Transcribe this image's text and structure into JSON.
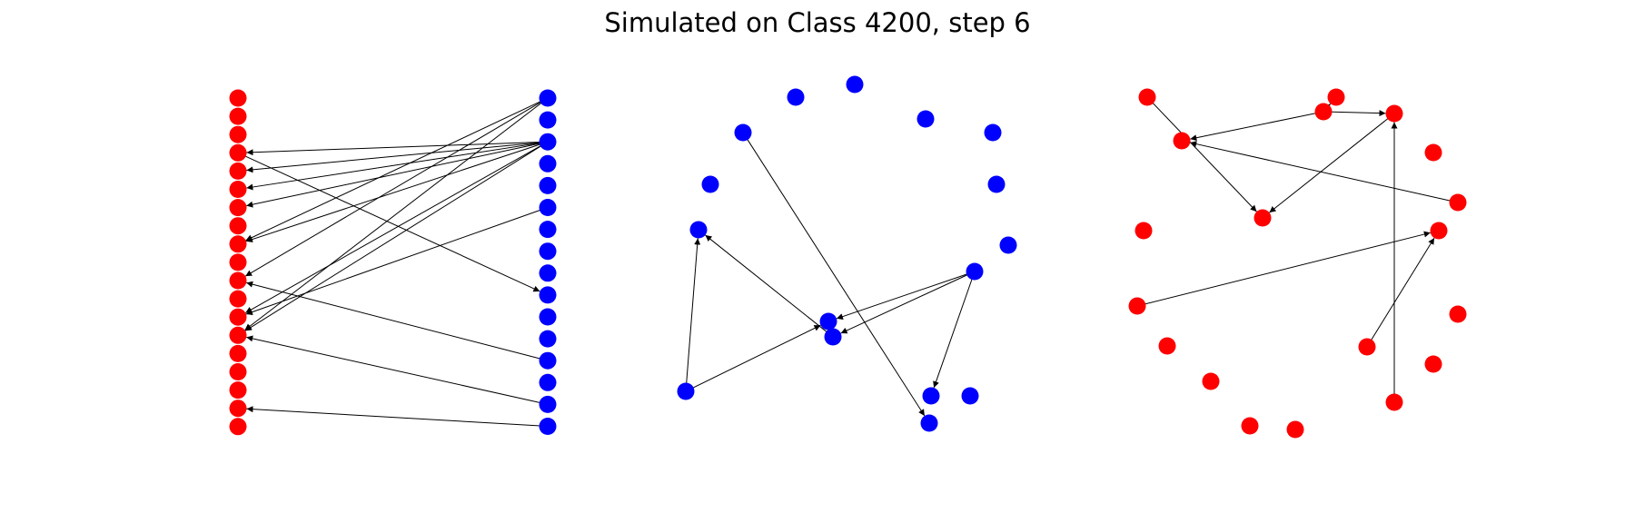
{
  "title": "Simulated on Class 4200, step 6",
  "colors": {
    "red_nodes": "#ff0000",
    "blue_nodes": "#0000ff",
    "edges": "#000000"
  },
  "panels": [
    {
      "layout": "bipartite",
      "left_color": "red",
      "right_color": "blue",
      "left_count": 19,
      "right_count": 16,
      "edges": [
        {
          "from": "B0",
          "to": "R8"
        },
        {
          "from": "B0",
          "to": "R10"
        },
        {
          "from": "B0",
          "to": "R13"
        },
        {
          "from": "B2",
          "to": "R3"
        },
        {
          "from": "B2",
          "to": "R4"
        },
        {
          "from": "B2",
          "to": "R5"
        },
        {
          "from": "B2",
          "to": "R6"
        },
        {
          "from": "B2",
          "to": "R8"
        },
        {
          "from": "B2",
          "to": "R12"
        },
        {
          "from": "B2",
          "to": "R13"
        },
        {
          "from": "R3",
          "to": "B9"
        },
        {
          "from": "B5",
          "to": "R12"
        },
        {
          "from": "B12",
          "to": "R10"
        },
        {
          "from": "B14",
          "to": "R13"
        },
        {
          "from": "B15",
          "to": "R17"
        }
      ]
    },
    {
      "layout": "circular",
      "color": "blue",
      "node_count": 16,
      "edges": [
        {
          "from": 1,
          "to": 14
        },
        {
          "from": 1,
          "to": 15
        },
        {
          "from": 1,
          "to": 5
        },
        {
          "from": 7,
          "to": 14
        },
        {
          "from": 7,
          "to": 8
        },
        {
          "from": 15,
          "to": 8
        },
        {
          "from": 10,
          "to": 4
        }
      ]
    },
    {
      "layout": "circular",
      "color": "red",
      "node_count": 20,
      "edges": [
        {
          "from": 10,
          "to": 11
        },
        {
          "from": 10,
          "to": 12
        },
        {
          "from": 10,
          "to": 7
        },
        {
          "from": 12,
          "to": 8
        },
        {
          "from": 9,
          "to": 18
        },
        {
          "from": 14,
          "to": 7
        },
        {
          "from": 4,
          "to": 18
        },
        {
          "from": 6,
          "to": 8
        },
        {
          "from": 17,
          "to": 12
        }
      ]
    }
  ]
}
